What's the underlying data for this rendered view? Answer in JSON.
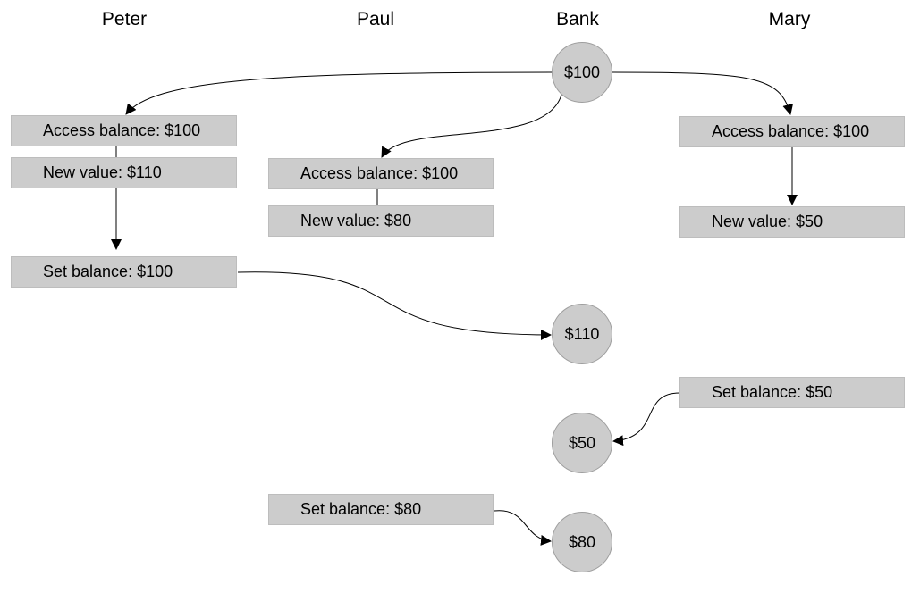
{
  "columns": {
    "peter": "Peter",
    "paul": "Paul",
    "bank": "Bank",
    "mary": "Mary"
  },
  "peter": {
    "access": "Access balance: $100",
    "new_value": "New value: $110",
    "set": "Set balance: $100"
  },
  "paul": {
    "access": "Access balance: $100",
    "new_value": "New value: $80",
    "set": "Set balance: $80"
  },
  "mary": {
    "access": "Access balance: $100",
    "new_value": "New value: $50",
    "set": "Set balance: $50"
  },
  "bank": {
    "initial": "$100",
    "after_peter": "$110",
    "after_mary": "$50",
    "after_paul": "$80"
  },
  "colors": {
    "box_fill": "#cccccc",
    "box_border": "#bdbdbd",
    "node_border": "#9e9e9e",
    "edge": "#000000"
  }
}
